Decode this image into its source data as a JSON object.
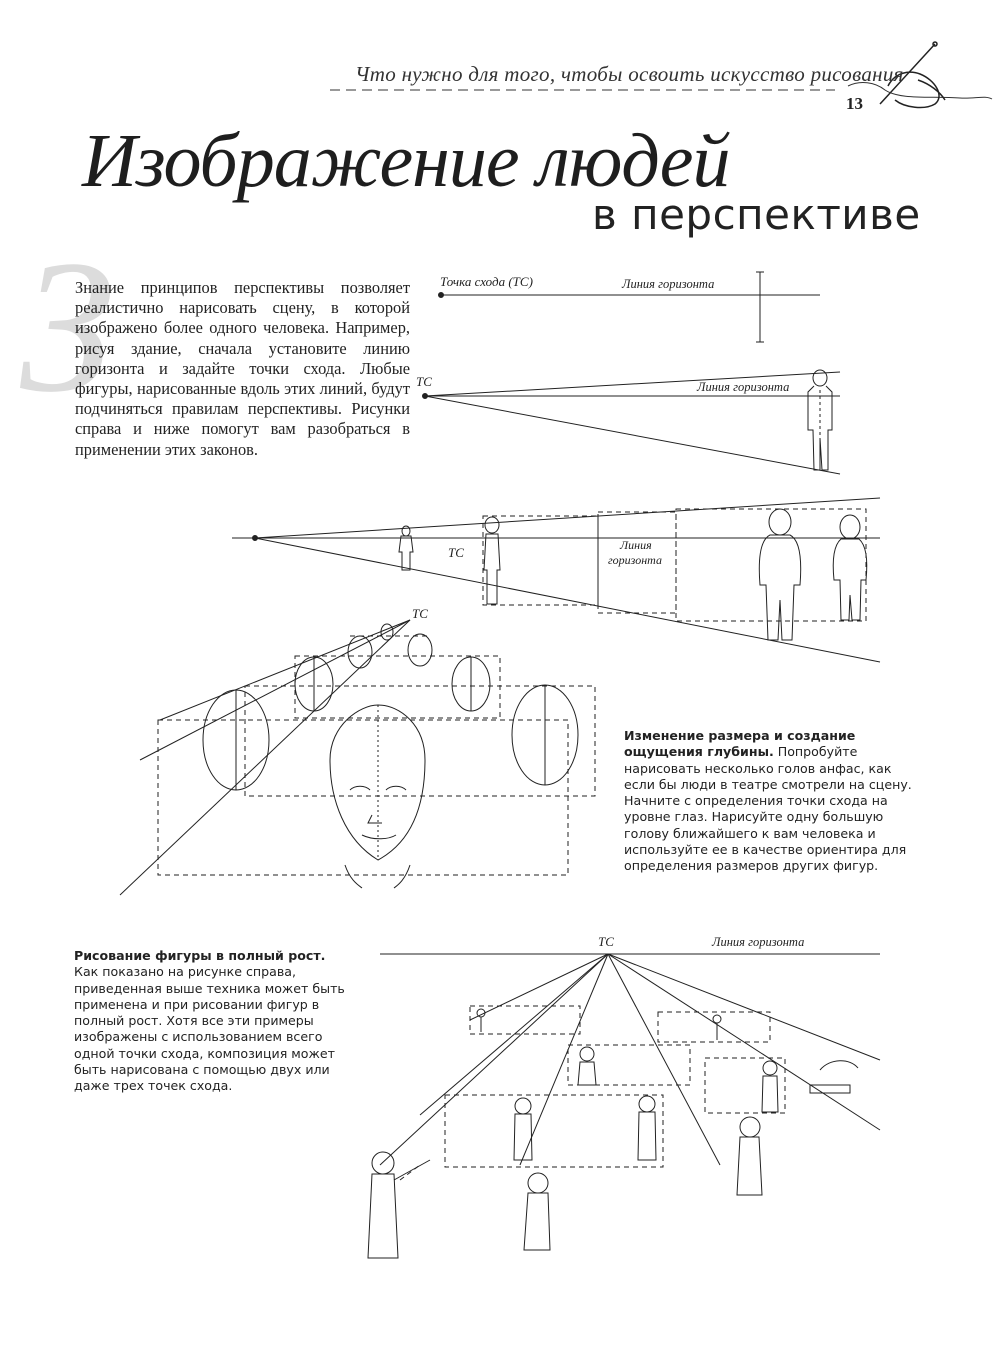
{
  "header": {
    "running_title": "Что нужно для того, чтобы освоить искусство рисования",
    "page_number": "13"
  },
  "title": {
    "script_line": "Изображение людей",
    "sans_line": "в перспективе",
    "drop_cap": "З"
  },
  "intro": {
    "text": "Знание принципов перспективы позволяет реалистично нарисовать сцену, в которой изображено более одного человека. Например, рисуя здание, сначала установите линию горизонта и задайте точки схода. Любые фигуры, нарисованные вдоль этих линий, будут подчиняться правилам перспективы. Рисунки справа и ниже помогут вам разобраться в применении этих законов."
  },
  "diagram1": {
    "vp_label": "Точка схода (ТС)",
    "horizon_label": "Линия горизонта"
  },
  "diagram2": {
    "vp_label": "ТС",
    "horizon_label": "Линия горизонта"
  },
  "diagram3": {
    "vp_label": "ТС",
    "horizon_label_1": "Линия",
    "horizon_label_2": "горизонта"
  },
  "diagram4": {
    "vp_label": "ТС"
  },
  "diagram5": {
    "vp_label": "ТС",
    "horizon_label": "Линия горизонта"
  },
  "caption_depth": {
    "heading": "Изменение размера и создание ощущения глубины.",
    "body": " Попробуйте нарисовать несколько голов анфас, как если бы люди в театре смотрели на сцену. Начните с определения точки схода на уровне глаз. Нарисуйте одну большую голову ближайшего к вам человека и используйте ее в качестве ориентира для определения размеров других фигур."
  },
  "caption_full": {
    "heading": "Рисование фигуры в полный рост.",
    "body": " Как показано на рисунке справа, приведенная выше техника может быть применена и при рисовании фигур в полный рост. Хотя все эти примеры изображены с использованием всего одной точки схода, композиция может быть нарисована с помощью двух или даже трех точек схода."
  }
}
